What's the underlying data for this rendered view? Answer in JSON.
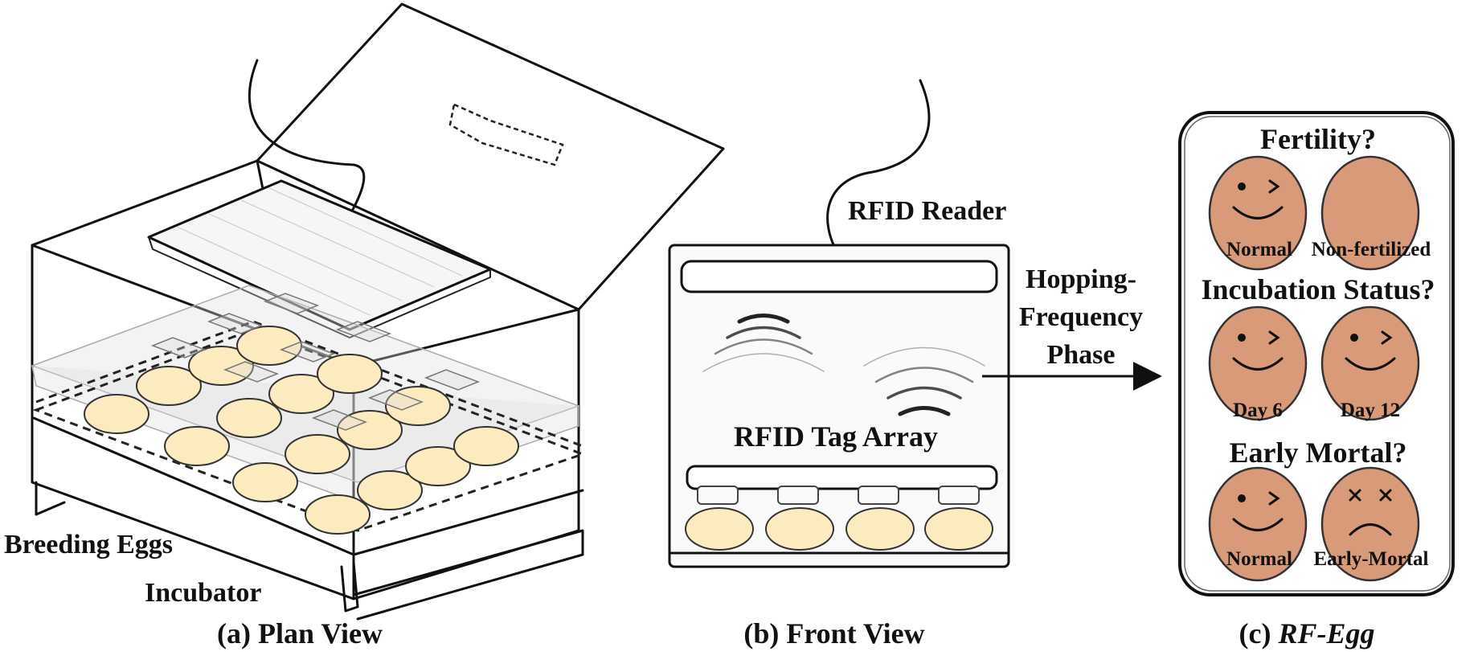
{
  "panels": {
    "plan": {
      "caption": "(a) Plan View",
      "label_eggs": "Breeding Eggs",
      "label_incubator": "Incubator"
    },
    "front": {
      "caption": "(b) Front View",
      "label_reader": "RFID Reader",
      "label_tags": "RFID Tag Array"
    },
    "rfegg": {
      "caption_prefix": "(c) ",
      "caption_name": "RF-Egg",
      "q1": "Fertility?",
      "q1_left": "Normal",
      "q1_right": "Non-fertilized",
      "q2": "Incubation Status?",
      "q2_left": "Day 6",
      "q2_right": "Day 12",
      "q3": "Early Mortal?",
      "q3_left": "Normal",
      "q3_right": "Early-Mortal"
    }
  },
  "arrow": {
    "line1": "Hopping-",
    "line2": "Frequency",
    "line3": "Phase"
  },
  "colors": {
    "egg_yellow": "#fdebc0",
    "egg_brown": "#d89a78",
    "ink": "#111111"
  }
}
